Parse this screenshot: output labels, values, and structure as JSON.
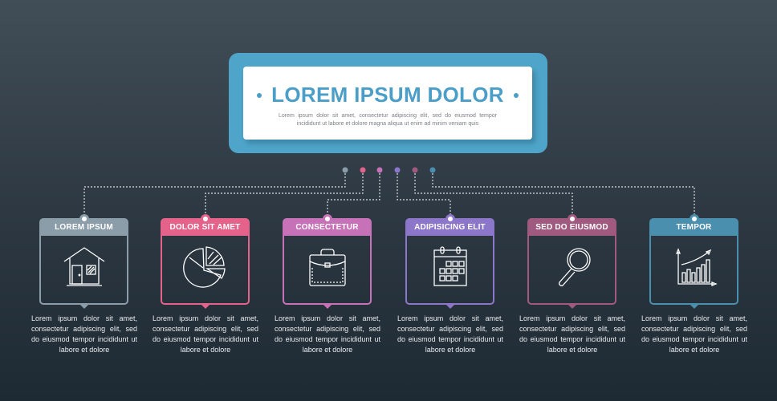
{
  "header": {
    "title": "LOREM IPSUM DOLOR",
    "subtitle": "Lorem ipsum dolor sit amet, consectetur adipiscing elit, sed do eiusmod tempor incididunt ut labore et dolore magna aliqua ut enim ad minim veniam quis",
    "accent": "#4ea5c9"
  },
  "steps": [
    {
      "label": "LOREM IPSUM",
      "icon": "house-icon",
      "color": "#8c9daa",
      "description": "Lorem ipsum dolor sit amet, consectetur adipiscing elit, sed do eiusmod tempor incididunt ut labore et dolore"
    },
    {
      "label": "DOLOR SIT AMET",
      "icon": "pie-chart-icon",
      "color": "#e5638a",
      "description": "Lorem ipsum dolor sit amet, consectetur adipiscing elit, sed do eiusmod tempor incididunt ut labore et dolore"
    },
    {
      "label": "CONSECTETUR",
      "icon": "briefcase-icon",
      "color": "#c771b9",
      "description": "Lorem ipsum dolor sit amet, consectetur adipiscing elit, sed do eiusmod tempor incididunt ut labore et dolore"
    },
    {
      "label": "ADIPISICING ELIT",
      "icon": "calendar-icon",
      "color": "#8c76c9",
      "description": "Lorem ipsum dolor sit amet, consectetur adipiscing elit, sed do eiusmod tempor incididunt ut labore et dolore"
    },
    {
      "label": "SED DO EIUSMOD",
      "icon": "magnifier-icon",
      "color": "#a05a80",
      "description": "Lorem ipsum dolor sit amet, consectetur adipiscing elit, sed do eiusmod tempor incididunt ut labore et dolore"
    },
    {
      "label": "TEMPOR",
      "icon": "growth-chart-icon",
      "color": "#4a8fae",
      "description": "Lorem ipsum dolor sit amet, consectetur adipiscing elit, sed do eiusmod tempor incididunt ut labore et dolore"
    }
  ]
}
